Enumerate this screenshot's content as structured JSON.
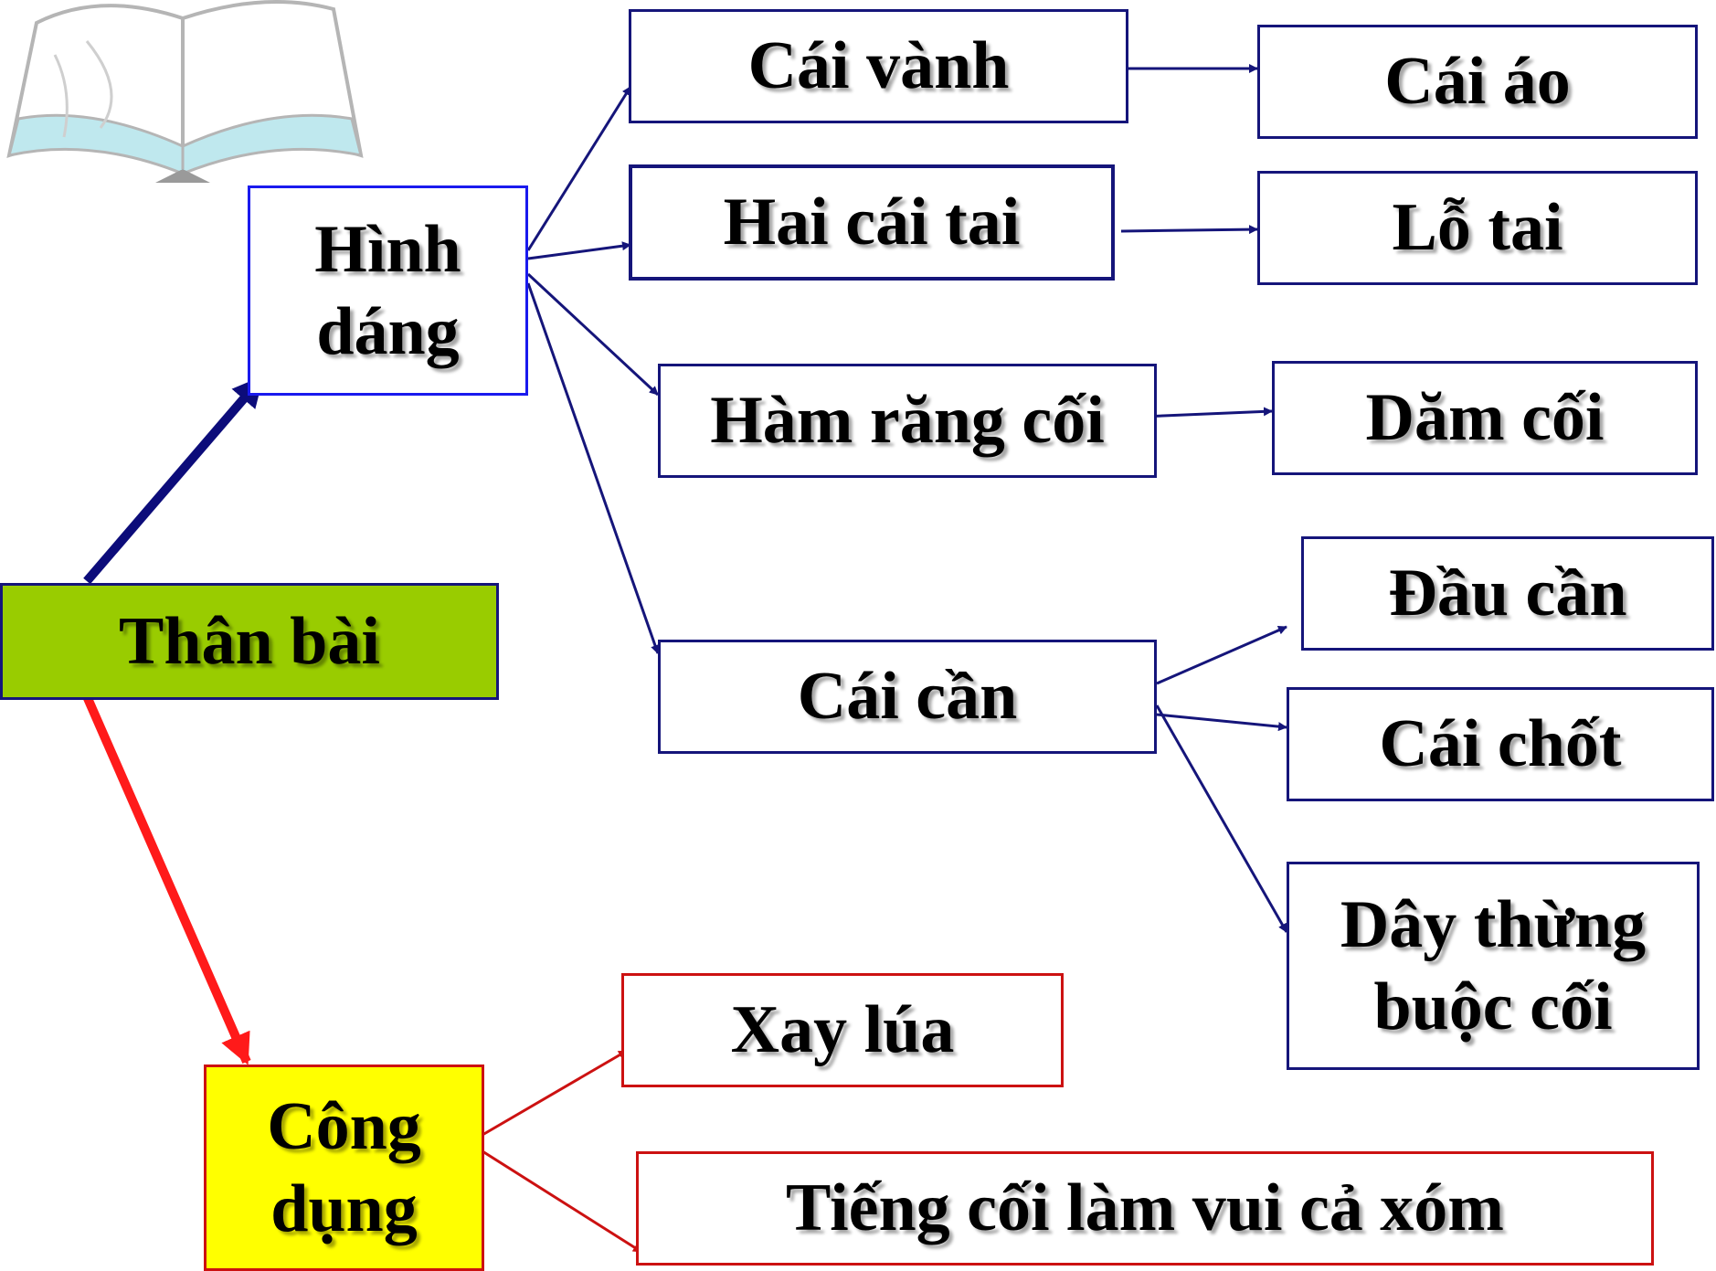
{
  "colors": {
    "navy": "#15157a",
    "dark_arrow": "#0c0c7a",
    "red_arrow": "#ff1a1a",
    "red_line": "#cc1111",
    "green_fill": "#99cc00",
    "yellow_fill": "#ffff00"
  },
  "decor": {
    "icon": "open-book-icon"
  },
  "nodes": {
    "than_bai": "Thân bài",
    "hinh_dang": "Hình\ndáng",
    "cong_dung": "Công\ndụng",
    "cai_vanh": "Cái vành",
    "hai_cai_tai": "Hai cái tai",
    "ham_rang_coi": "Hàm răng cối",
    "cai_can": "Cái cần",
    "cai_ao": "Cái áo",
    "lo_tai": "Lỗ tai",
    "dam_coi": "Dăm cối",
    "dau_can": "Đầu cần",
    "cai_chot": "Cái chốt",
    "day_thung": "Dây thừng\nbuộc cối",
    "xay_lua": "Xay lúa",
    "tieng_coi": "Tiếng cối làm vui cả xóm"
  }
}
